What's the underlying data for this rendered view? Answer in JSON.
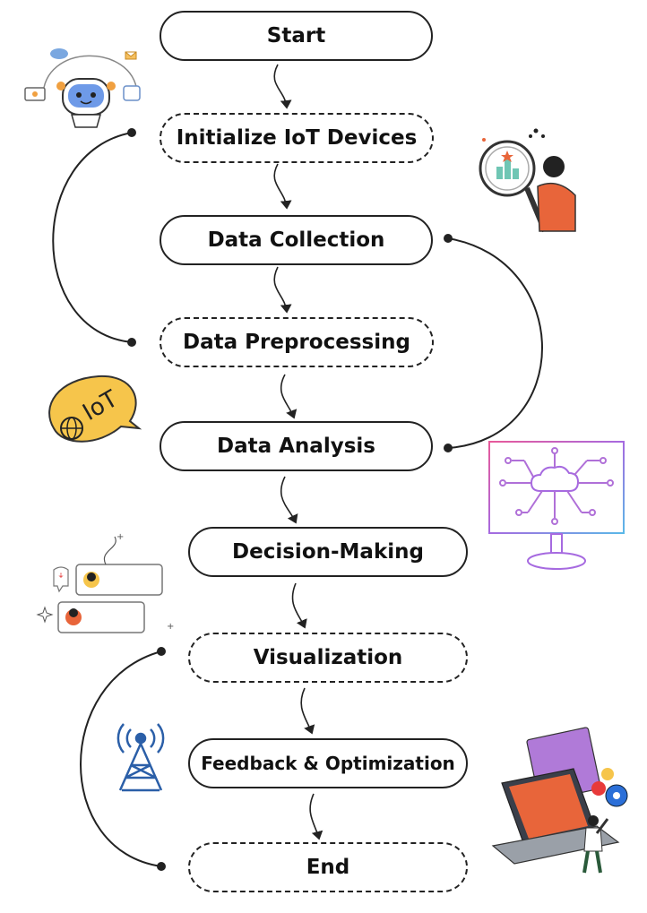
{
  "flow": {
    "nodes": [
      {
        "label": "Start",
        "style": "solid"
      },
      {
        "label": "Initialize IoT Devices",
        "style": "dashed"
      },
      {
        "label": "Data Collection",
        "style": "solid"
      },
      {
        "label": "Data Preprocessing",
        "style": "dashed"
      },
      {
        "label": "Data Analysis",
        "style": "solid"
      },
      {
        "label": "Decision-Making",
        "style": "solid"
      },
      {
        "label": "Visualization",
        "style": "dashed"
      },
      {
        "label": "Feedback & Optimization",
        "style": "solid"
      },
      {
        "label": "End",
        "style": "dashed"
      }
    ]
  },
  "decorations": {
    "iot_badge": {
      "text": "IoT",
      "color": "#f6c54b",
      "icon": "globe-icon"
    },
    "robot": {
      "icon": "robot-assistant-icon"
    },
    "magnifier": {
      "icon": "magnifier-person-icon"
    },
    "monitor": {
      "icon": "cloud-circuit-monitor-icon"
    },
    "chat": {
      "icon": "chat-cards-icon"
    },
    "tower": {
      "icon": "antenna-tower-icon"
    },
    "laptop": {
      "icon": "laptop-gears-icon"
    }
  },
  "colors": {
    "stroke": "#222222",
    "accent_orange": "#e8653a",
    "accent_blue": "#2b5fa8",
    "accent_teal": "#6fc6b4"
  }
}
